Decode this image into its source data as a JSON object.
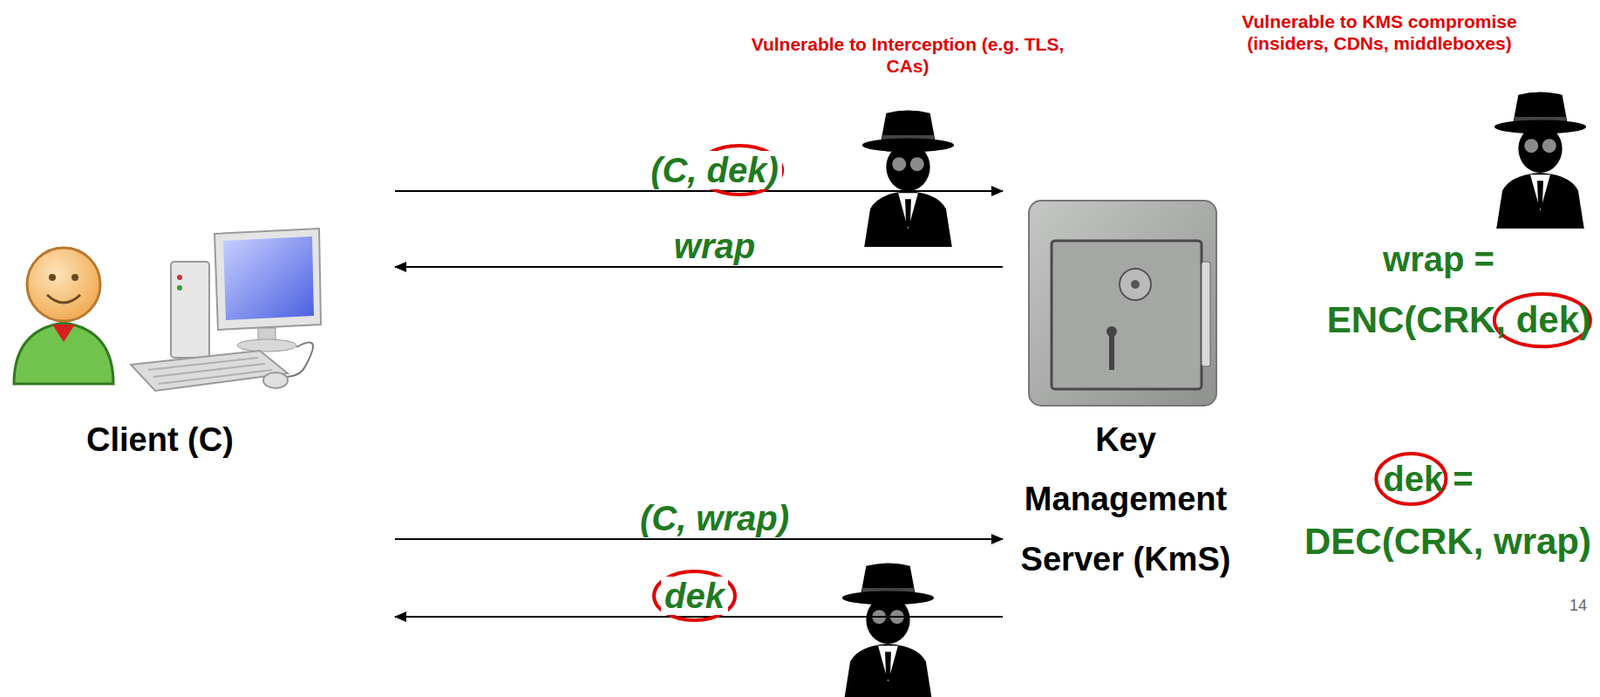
{
  "diagram": {
    "nodes": [
      {
        "text": [
          "Client (C)"
        ]
      },
      {
        "text": [
          "Key Management Server (KmS)"
        ]
      }
    ],
    "edges": [
      {
        "from": 0,
        "to": 1,
        "label": "(C, dek)",
        "arrow": "to"
      },
      {
        "from": 1,
        "to": 0,
        "label": "wrap",
        "arrow": "to"
      },
      {
        "from": 0,
        "to": 1,
        "label": "(C, wrap)",
        "arrow": "to"
      },
      {
        "from": 1,
        "to": 0,
        "label": "dek",
        "arrow": "to"
      }
    ],
    "labels": [
      "Vulnerable to Interception (e.g. TLS, CAs)",
      "Vulnerable to KMS compromise (insiders, CDNs, middleboxes)",
      "wrap =",
      "ENC(CRK, dek)",
      "dek =",
      "DEC(CRK, wrap)",
      "14"
    ]
  }
}
